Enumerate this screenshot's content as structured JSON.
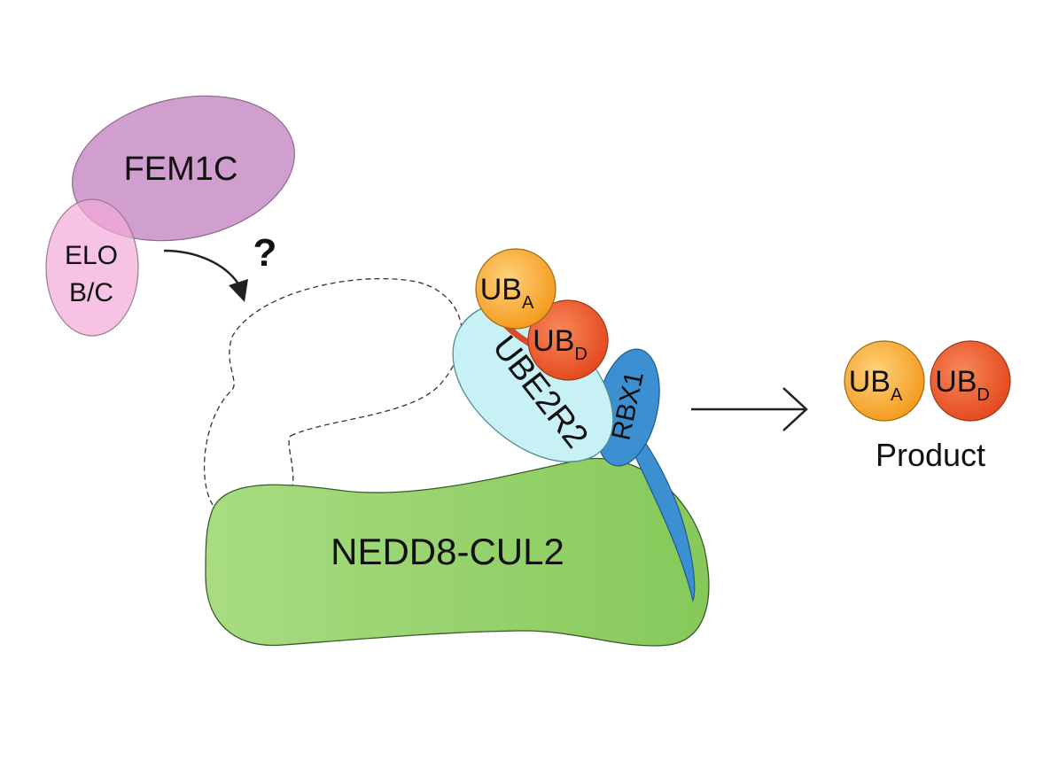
{
  "diagram": {
    "fem1c_label": "FEM1C",
    "elo_label_line1": "ELO",
    "elo_label_line2": "B/C",
    "question_mark": "?",
    "ube2r2_label": "UBE2R2",
    "rbx1_label": "RBX1",
    "nedd8_cul2_label": "NEDD8-CUL2",
    "ub_a": {
      "main": "UB",
      "sub": "A"
    },
    "ub_d": {
      "main": "UB",
      "sub": "D"
    },
    "product": {
      "ub_a": {
        "main": "UB",
        "sub": "A"
      },
      "ub_d": {
        "main": "UB",
        "sub": "D"
      },
      "label": "Product"
    },
    "colors": {
      "fem1c": "#c98dc8",
      "elo": "#f2aad8",
      "ube2r2": "#c8f1f6",
      "rbx1": "#3c8fd0",
      "cul2": "#8fcf5e",
      "ub_a": "#f6a52a",
      "ub_d": "#ec5a2a"
    }
  }
}
